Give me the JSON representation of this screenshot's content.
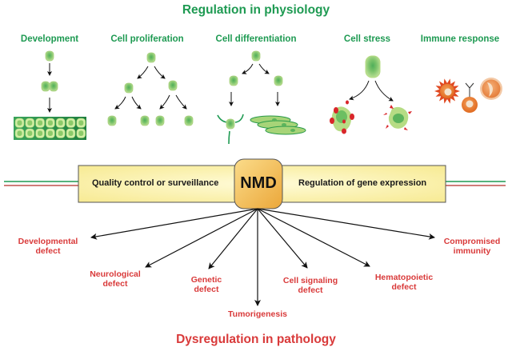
{
  "titles": {
    "physiology": "Regulation in physiology",
    "pathology": "Dysregulation in pathology"
  },
  "physiology_categories": [
    {
      "label": "Development",
      "illustration": "cell-development-to-tissue"
    },
    {
      "label": "Cell proliferation",
      "illustration": "cell-division-tree"
    },
    {
      "label": "Cell differentiation",
      "illustration": "neuron-and-muscle-differentiation"
    },
    {
      "label": "Cell stress",
      "illustration": "stressed-and-dying-cells"
    },
    {
      "label": "Immune response",
      "illustration": "immune-cells-antibody"
    }
  ],
  "central_bar": {
    "left_label": "Quality control or surveillance",
    "center_label": "NMD",
    "right_label": "Regulation of gene expression"
  },
  "pathology_outcomes": [
    {
      "line1": "Developmental",
      "line2": "defect"
    },
    {
      "line1": "Neurological",
      "line2": "defect"
    },
    {
      "line1": "Genetic",
      "line2": "defect"
    },
    {
      "line1": "Tumorigenesis",
      "line2": ""
    },
    {
      "line1": "Cell signaling",
      "line2": "defect"
    },
    {
      "line1": "Hematopoietic",
      "line2": "defect"
    },
    {
      "line1": "Compromised",
      "line2": "immunity"
    }
  ],
  "colors": {
    "physiology_text": "#1e9a52",
    "pathology_text": "#d93a3a",
    "bar_fill": "#fbf3a6",
    "nmd_fill": "#f1bb4c",
    "cell_light": "#b6dc84",
    "cell_dark": "#5cb45c",
    "stress_red": "#d9262a",
    "immune_orange": "#e8742a"
  }
}
